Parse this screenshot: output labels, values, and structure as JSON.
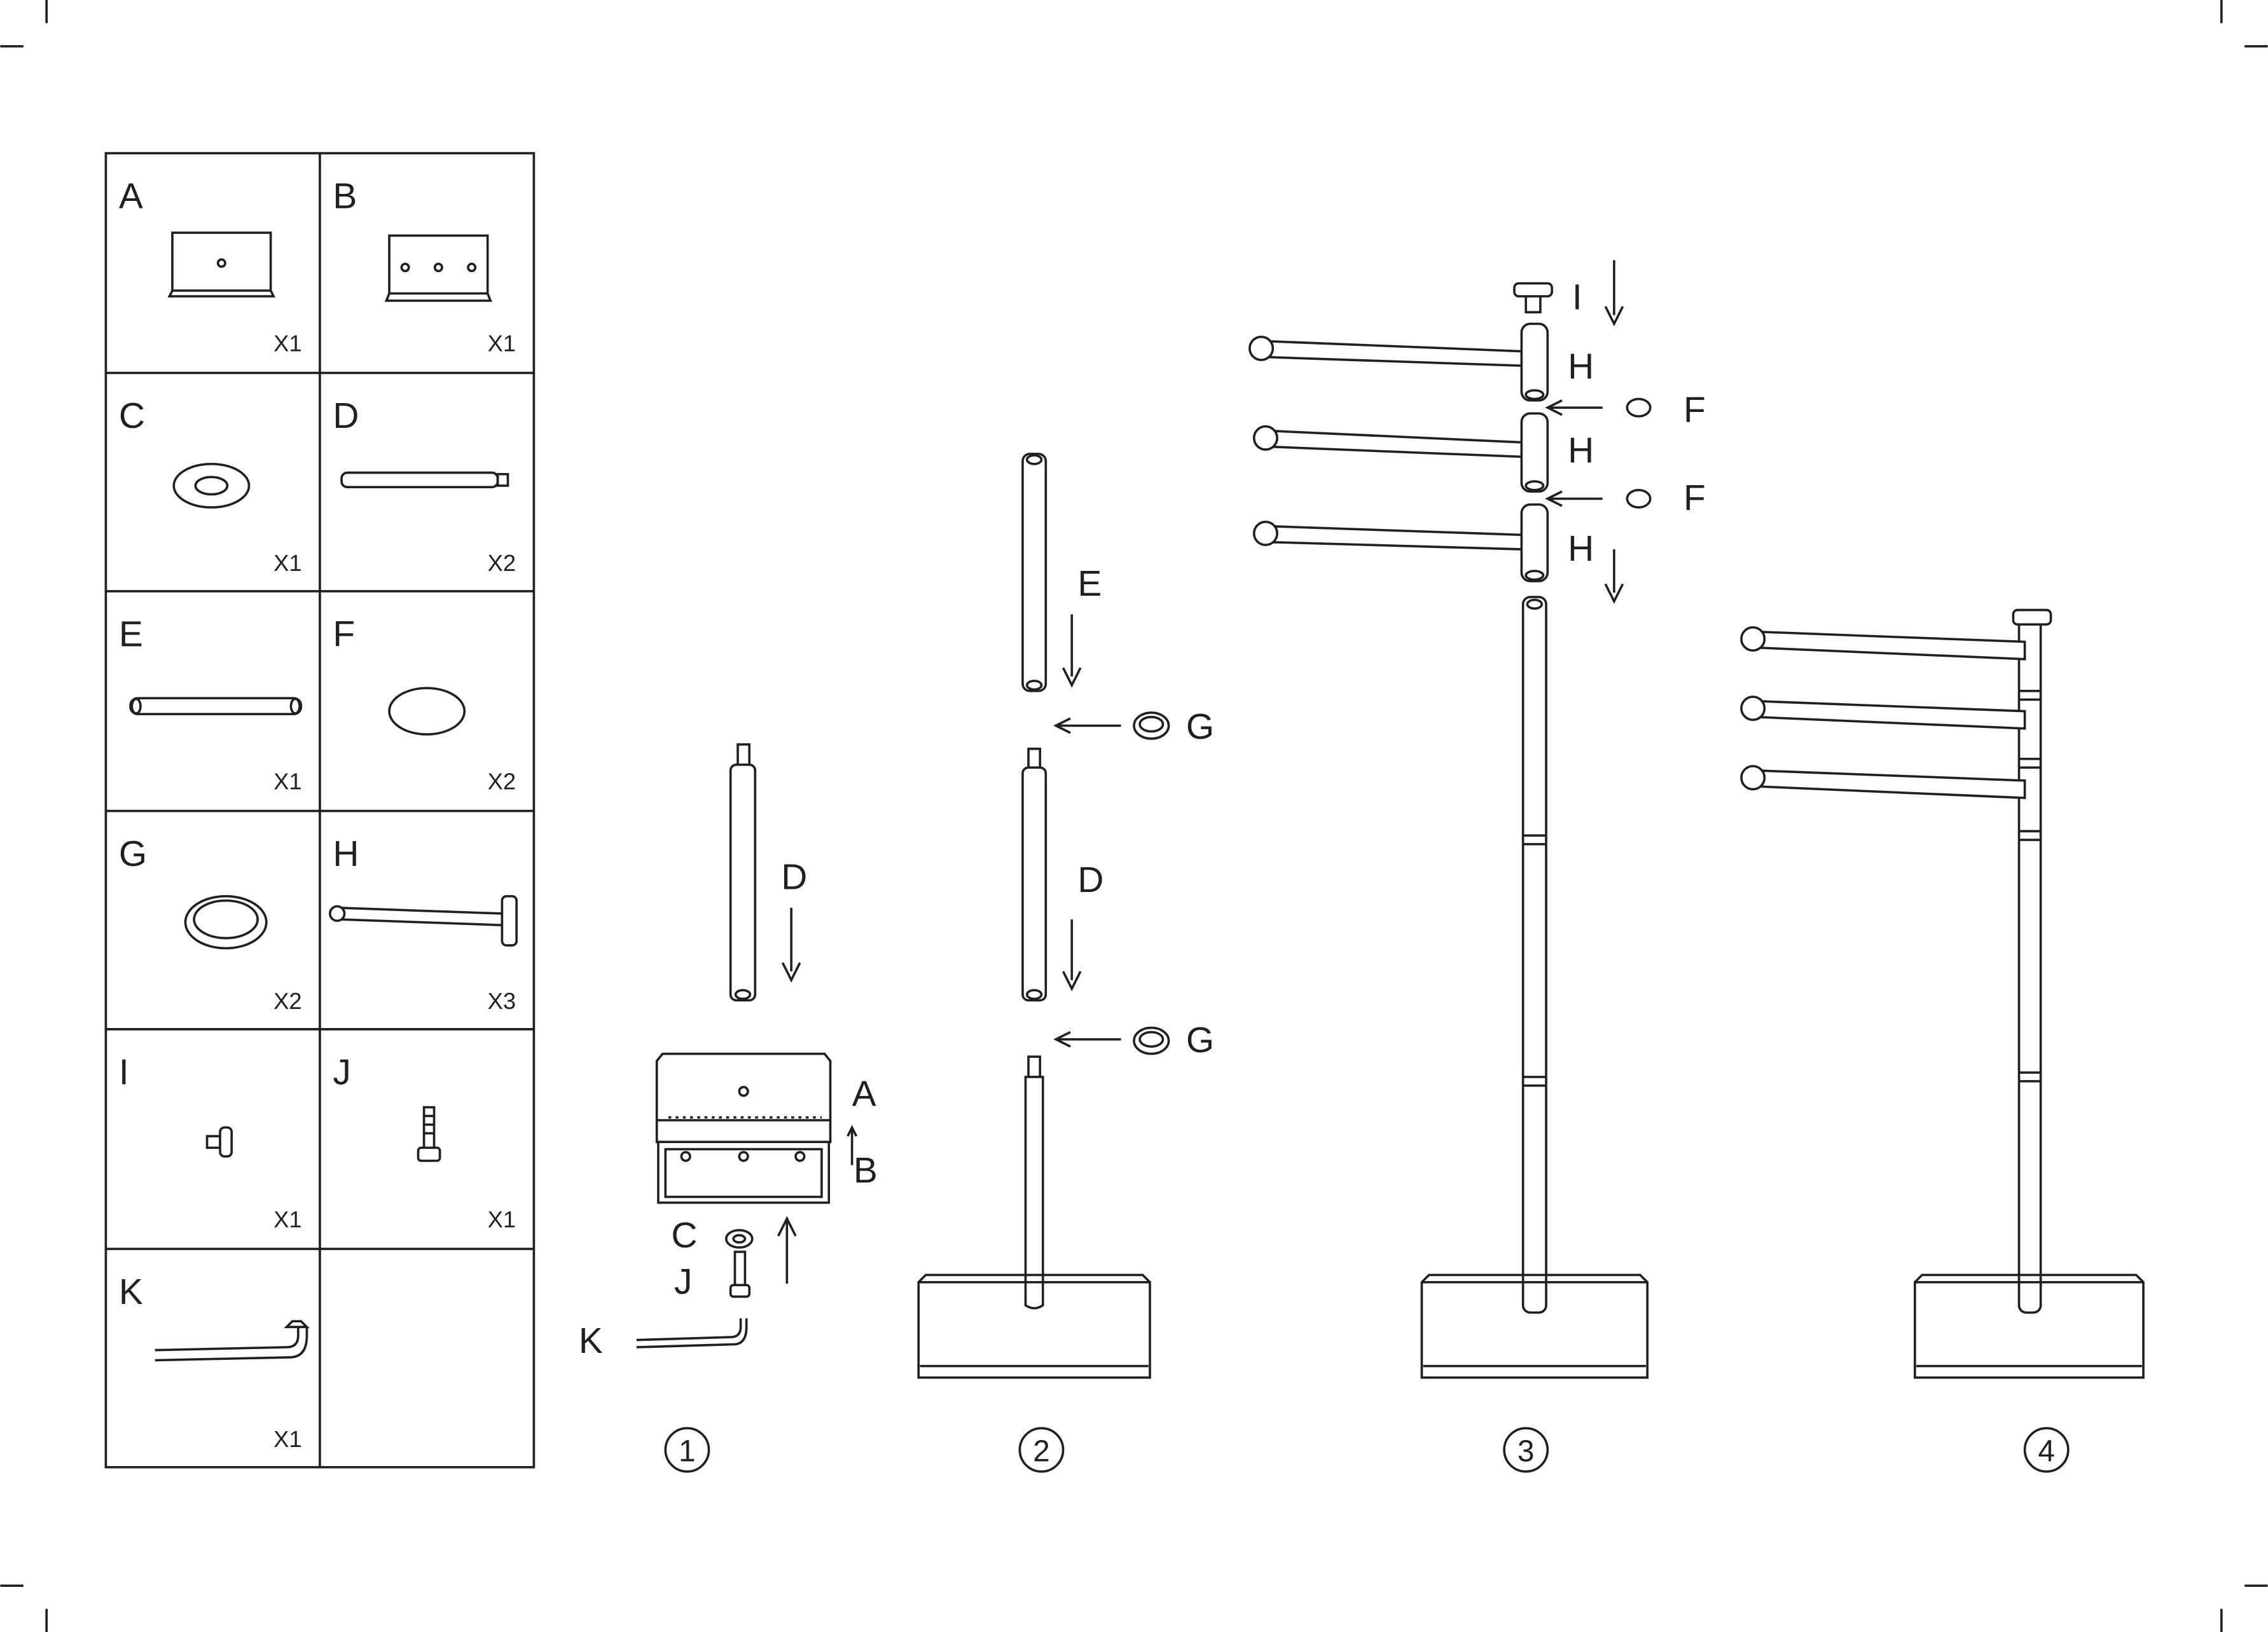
{
  "parts_table": [
    {
      "letter": "A",
      "qty": "X1"
    },
    {
      "letter": "B",
      "qty": "X1"
    },
    {
      "letter": "C",
      "qty": "X1"
    },
    {
      "letter": "D",
      "qty": "X2"
    },
    {
      "letter": "E",
      "qty": "X1"
    },
    {
      "letter": "F",
      "qty": "X2"
    },
    {
      "letter": "G",
      "qty": "X2"
    },
    {
      "letter": "H",
      "qty": "X3"
    },
    {
      "letter": "I",
      "qty": "X1"
    },
    {
      "letter": "J",
      "qty": "X1"
    },
    {
      "letter": "K",
      "qty": "X1"
    }
  ],
  "steps": [
    {
      "number": "1",
      "callouts": {
        "d": "D",
        "a": "A",
        "b": "B",
        "c": "C",
        "j": "J",
        "k": "K"
      }
    },
    {
      "number": "2",
      "callouts": {
        "e": "E",
        "g1": "G",
        "d": "D",
        "g2": "G"
      }
    },
    {
      "number": "3",
      "callouts": {
        "i": "I",
        "h1": "H",
        "f1": "F",
        "h2": "H",
        "f2": "F",
        "h3": "H"
      }
    },
    {
      "number": "4"
    }
  ],
  "line_color": "#231f20"
}
